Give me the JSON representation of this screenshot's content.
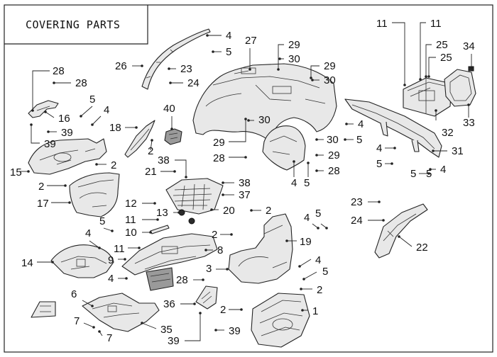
{
  "title": "COVERING PARTS",
  "callouts": [
    {
      "id": "c-4a",
      "label": "4"
    },
    {
      "id": "c-5a",
      "label": "5"
    },
    {
      "id": "c-27",
      "label": "27"
    },
    {
      "id": "c-29a",
      "label": "29"
    },
    {
      "id": "c-30a",
      "label": "30"
    },
    {
      "id": "c-29b",
      "label": "29"
    },
    {
      "id": "c-30b",
      "label": "30"
    },
    {
      "id": "c-11a",
      "label": "11"
    },
    {
      "id": "c-11b",
      "label": "11"
    },
    {
      "id": "c-25a",
      "label": "25"
    },
    {
      "id": "c-25b",
      "label": "25"
    },
    {
      "id": "c-34",
      "label": "34"
    },
    {
      "id": "c-26",
      "label": "26"
    },
    {
      "id": "c-23a",
      "label": "23"
    },
    {
      "id": "c-24a",
      "label": "24"
    },
    {
      "id": "c-28a",
      "label": "28"
    },
    {
      "id": "c-28b",
      "label": "28"
    },
    {
      "id": "c-5b",
      "label": "5"
    },
    {
      "id": "c-4b",
      "label": "4"
    },
    {
      "id": "c-16",
      "label": "16"
    },
    {
      "id": "c-39a",
      "label": "39"
    },
    {
      "id": "c-39b",
      "label": "39"
    },
    {
      "id": "c-18",
      "label": "18"
    },
    {
      "id": "c-40",
      "label": "40"
    },
    {
      "id": "c-30c",
      "label": "30"
    },
    {
      "id": "c-29c",
      "label": "29"
    },
    {
      "id": "c-28c",
      "label": "28"
    },
    {
      "id": "c-4c",
      "label": "4"
    },
    {
      "id": "c-5c",
      "label": "5"
    },
    {
      "id": "c-30d",
      "label": "30"
    },
    {
      "id": "c-5d",
      "label": "5"
    },
    {
      "id": "c-29d",
      "label": "29"
    },
    {
      "id": "c-28d",
      "label": "28"
    },
    {
      "id": "c-4d",
      "label": "4"
    },
    {
      "id": "c-5e",
      "label": "5"
    },
    {
      "id": "c-32",
      "label": "32"
    },
    {
      "id": "c-33",
      "label": "33"
    },
    {
      "id": "c-31",
      "label": "31"
    },
    {
      "id": "c-4e",
      "label": "4"
    },
    {
      "id": "c-5f",
      "label": "5"
    },
    {
      "id": "c-5g",
      "label": "5"
    },
    {
      "id": "c-4f",
      "label": "4"
    },
    {
      "id": "c-2a",
      "label": "2"
    },
    {
      "id": "c-15",
      "label": "15"
    },
    {
      "id": "c-2b",
      "label": "2"
    },
    {
      "id": "c-38a",
      "label": "38"
    },
    {
      "id": "c-21",
      "label": "21"
    },
    {
      "id": "c-38b",
      "label": "38"
    },
    {
      "id": "c-37",
      "label": "37"
    },
    {
      "id": "c-2c",
      "label": "2"
    },
    {
      "id": "c-17",
      "label": "17"
    },
    {
      "id": "c-12",
      "label": "12"
    },
    {
      "id": "c-13",
      "label": "13"
    },
    {
      "id": "c-20",
      "label": "20"
    },
    {
      "id": "c-2d",
      "label": "2"
    },
    {
      "id": "c-23b",
      "label": "23"
    },
    {
      "id": "c-24b",
      "label": "24"
    },
    {
      "id": "c-4g",
      "label": "4"
    },
    {
      "id": "c-5h",
      "label": "5"
    },
    {
      "id": "c-5i",
      "label": "5"
    },
    {
      "id": "c-11c",
      "label": "11"
    },
    {
      "id": "c-10",
      "label": "10"
    },
    {
      "id": "c-4h",
      "label": "4"
    },
    {
      "id": "c-2e",
      "label": "2"
    },
    {
      "id": "c-19",
      "label": "19"
    },
    {
      "id": "c-22",
      "label": "22"
    },
    {
      "id": "c-14",
      "label": "14"
    },
    {
      "id": "c-11d",
      "label": "11"
    },
    {
      "id": "c-9",
      "label": "9"
    },
    {
      "id": "c-8",
      "label": "8"
    },
    {
      "id": "c-4i",
      "label": "4"
    },
    {
      "id": "c-5j",
      "label": "5"
    },
    {
      "id": "c-3",
      "label": "3"
    },
    {
      "id": "c-4j",
      "label": "4"
    },
    {
      "id": "c-28e",
      "label": "28"
    },
    {
      "id": "c-2f",
      "label": "2"
    },
    {
      "id": "c-6",
      "label": "6"
    },
    {
      "id": "c-36",
      "label": "36"
    },
    {
      "id": "c-2g",
      "label": "2"
    },
    {
      "id": "c-1",
      "label": "1"
    },
    {
      "id": "c-7a",
      "label": "7"
    },
    {
      "id": "c-35",
      "label": "35"
    },
    {
      "id": "c-7b",
      "label": "7"
    },
    {
      "id": "c-39c",
      "label": "39"
    },
    {
      "id": "c-39d",
      "label": "39"
    }
  ]
}
